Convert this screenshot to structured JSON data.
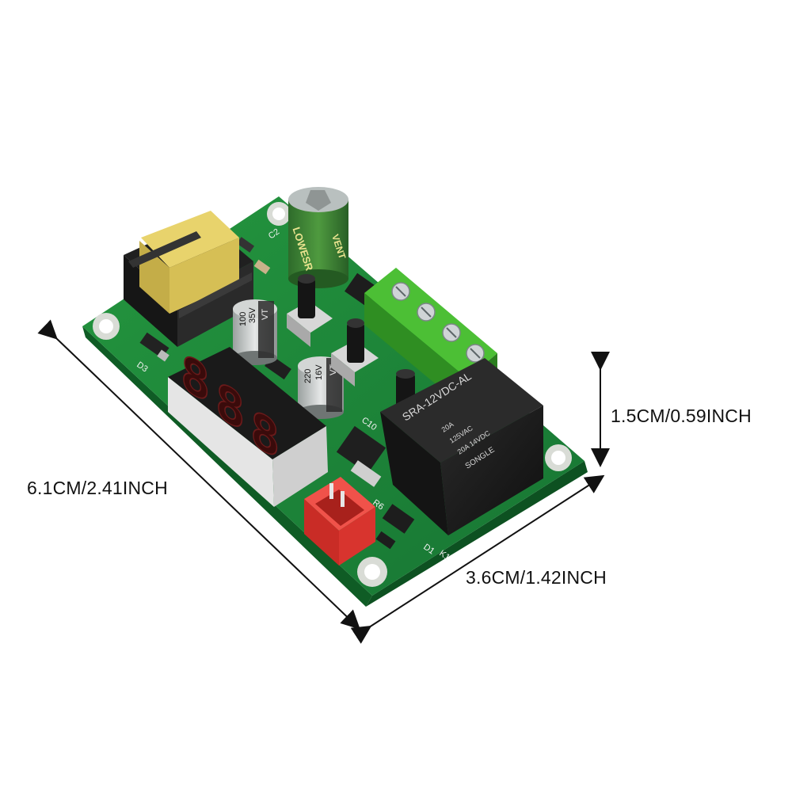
{
  "dimensions": {
    "length": "6.1CM/2.41INCH",
    "width": "3.6CM/1.42INCH",
    "height": "1.5CM/0.59INCH"
  },
  "components": {
    "display_digits": [
      "8",
      "8",
      "8"
    ],
    "cap_large": [
      "VENT",
      "LOWESR"
    ],
    "cap_100": [
      "100",
      "35V",
      "VT"
    ],
    "cap_220": [
      "220",
      "16V",
      "VT"
    ],
    "relay_model": "SRA-12VDC-AL",
    "relay_brand": "SONGLE",
    "relay_rating": [
      "20A",
      "125VAC",
      "20A 14VDC"
    ],
    "silk_labels": [
      "C2",
      "D3",
      "C10",
      "K1",
      "D1",
      "R6"
    ]
  },
  "colors": {
    "pcb": "#1f8a3c",
    "pcb_dark": "#15702e",
    "terminal": "#3fae2c",
    "relay": "#1b1b1b",
    "connector": "#e23a34",
    "transformer_core": "#e8d36c",
    "display_red": "#c91818"
  }
}
